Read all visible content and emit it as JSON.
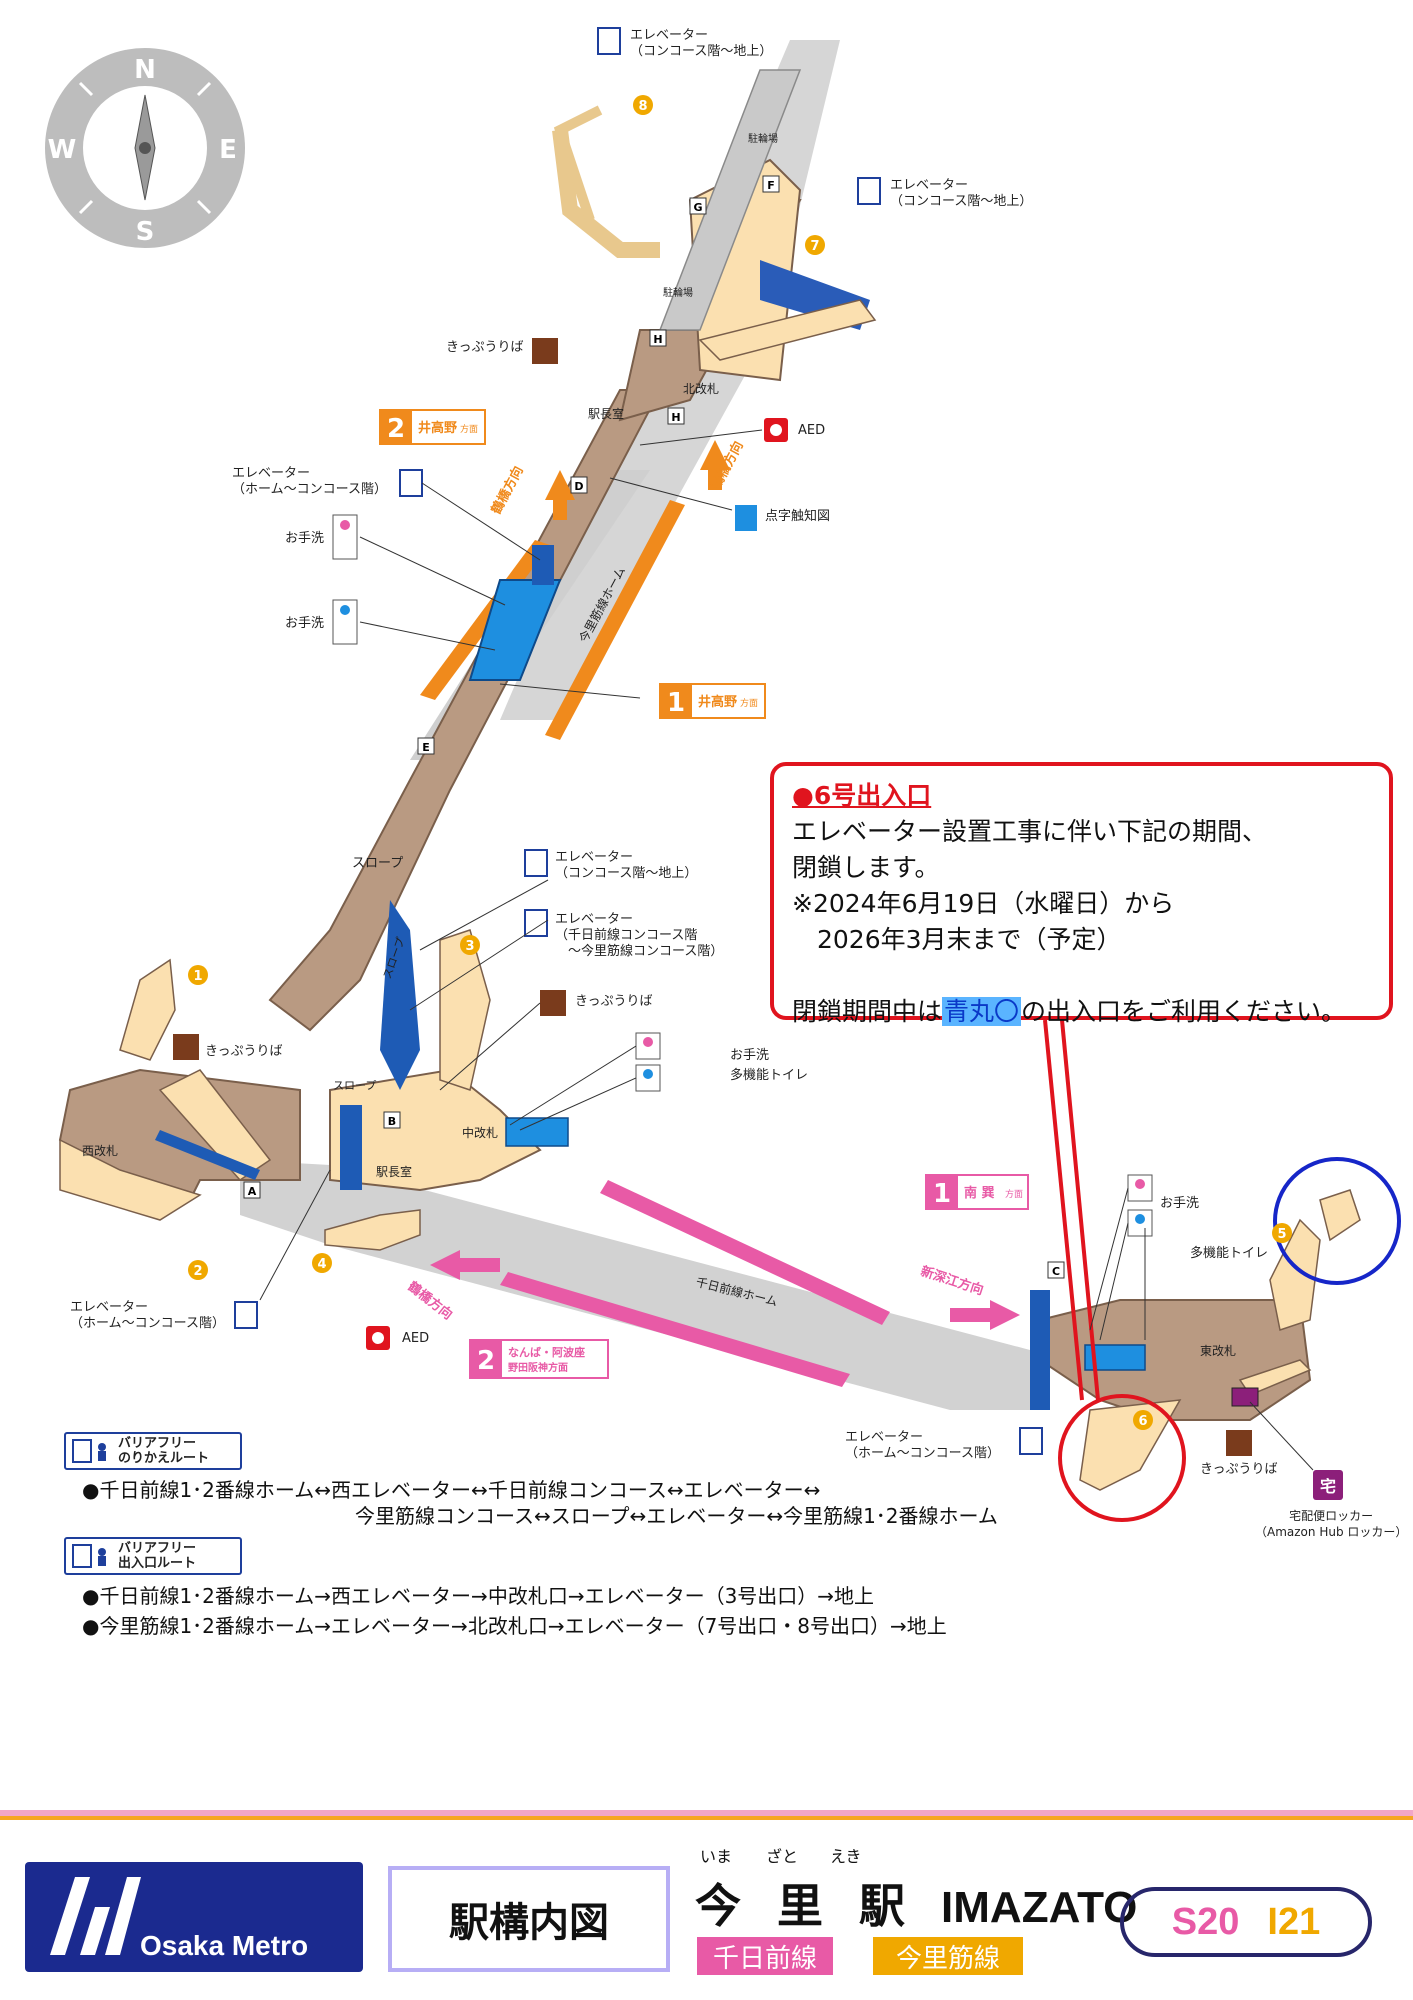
{
  "compass": {
    "n": "N",
    "s": "S",
    "e": "E",
    "w": "W"
  },
  "labels": {
    "elev_8": "エレベーター\n（コンコース階～地上）",
    "elev_7": "エレベーター\n（コンコース階～地上）",
    "elev_3": "エレベーター\n（コンコース階～地上）",
    "elev_home_concourse_top": "エレベーター\n（ホーム～コンコース階）",
    "elev_sennichimae": "エレベーター\n（千日前線コンコース階\n　～今里筋線コンコース階）",
    "elev_west": "エレベーター\n（ホーム～コンコース階）",
    "elev_east": "エレベーター\n（ホーム～コンコース階）",
    "ticket1": "きっぷうりば",
    "ticket2": "きっぷうりば",
    "ticket3": "きっぷうりば",
    "ticket4": "きっぷうりば",
    "washroom1": "お手洗",
    "washroom2": "お手洗",
    "washroom3": "お手洗",
    "washroom4": "お手洗",
    "multi_toilet1": "多機能トイレ",
    "multi_toilet2": "多機能トイレ",
    "aed1": "AED",
    "aed2": "AED",
    "braille": "点字触知図",
    "station_office1": "駅長室",
    "station_office2": "駅長室",
    "north_gate": "北改札",
    "middle_gate": "中改札",
    "west_gate": "西改札",
    "east_gate": "東改札",
    "bike1": "駐輪場",
    "bike2": "駐輪場",
    "slope1": "スロープ",
    "slope2": "スロープ",
    "slope3": "スロープ",
    "imazato_platform": "今里筋線ホーム",
    "sennichimae_platform": "千日前線ホーム",
    "dir_tsurumi1": "鶴橋方向",
    "dir_tsurumi2": "鶴橋方向",
    "dir_tsurumi3": "鶴橋方向",
    "dir_shinfukae": "新深江方向",
    "plat2_imazato": "井高野",
    "plat1_imazato": "井高野",
    "plat1_sennichi": "南 巽",
    "plat2_sennichi_a": "なんば・阿波座",
    "plat2_sennichi_b": "野田阪神方面",
    "hoomen": "方面",
    "takuhai": "宅配便ロッカー\n（Amazon Hub ロッカー）",
    "takuhai_icon": "宅",
    "letters": [
      "A",
      "B",
      "C",
      "D",
      "E",
      "F",
      "G",
      "H",
      "H"
    ],
    "exits": [
      "1",
      "2",
      "3",
      "4",
      "5",
      "6",
      "7",
      "8"
    ]
  },
  "notice": {
    "title": "●6号出入口",
    "line1": "エレベーター設置工事に伴い下記の期間、",
    "line2": "閉鎖します。",
    "line3": "※2024年6月19日（水曜日）から",
    "line4": "　2026年3月末まで（予定）",
    "line5a": "閉鎖期間中は",
    "line5b": "青丸〇",
    "line5c": "の出入口をご利用ください。"
  },
  "legend": {
    "transfer_a": "バリアフリー",
    "transfer_b": "のりかえルート",
    "exit_a": "バリアフリー",
    "exit_b": "出入口ルート",
    "transfer_route1": "●千日前線1･2番線ホーム↔西エレベーター↔千日前線コンコース↔エレベーター↔",
    "transfer_route2": "今里筋線コンコース↔スロープ↔エレベーター↔今里筋線1･2番線ホーム",
    "exit_route1": "●千日前線1･2番線ホーム→西エレベーター→中改札口→エレベーター（3号出口）→地上",
    "exit_route2": "●今里筋線1･2番線ホーム→エレベーター→北改札口→エレベーター（7号出口・8号出口）→地上"
  },
  "footer": {
    "logo": "Osaka Metro",
    "map_title": "駅構内図",
    "station_ja": "今 里 駅",
    "station_en": "IMAZATO",
    "ruby_ima": "いま",
    "ruby_zato": "ざと",
    "ruby_eki": "えき",
    "line_sennichimae": "千日前線",
    "line_imazatosuji": "今里筋線",
    "code_s": "S20",
    "code_i": "I21"
  },
  "colors": {
    "sennichimae": "#e85aa6",
    "imazatosuji": "#f08a1c",
    "concourse": "#b99a82",
    "stairs": "#fbe0b0",
    "elevator": "#1e5bb5",
    "notice_red": "#e0141e",
    "circle_blue": "#1626c8",
    "brand_blue": "#1b2a8f"
  }
}
